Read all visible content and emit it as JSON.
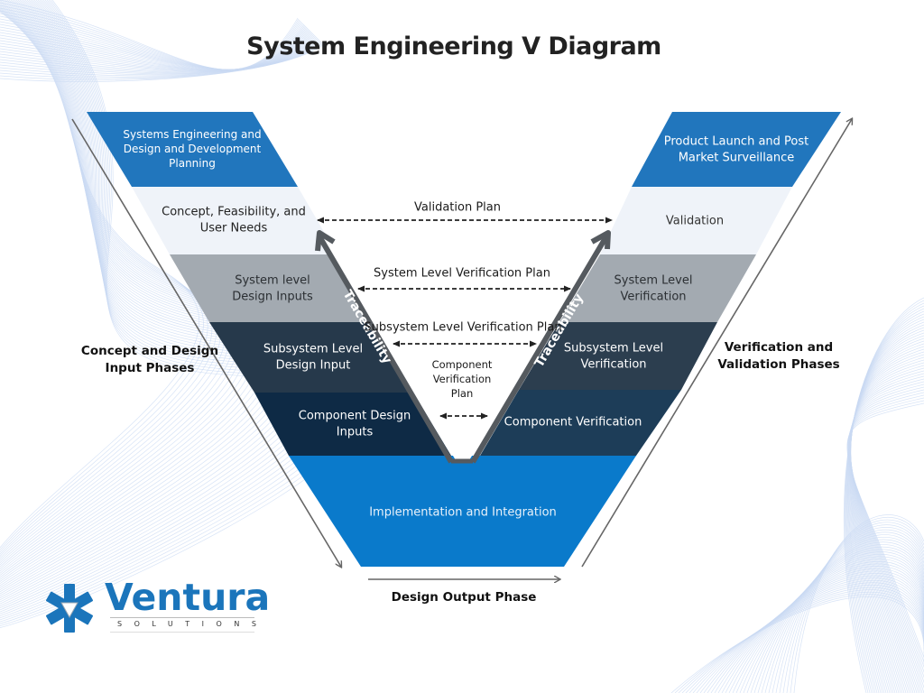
{
  "title": "System Engineering V Diagram",
  "colors": {
    "brand_blue": "#1b75bb",
    "top_band_blue": "#2176bd",
    "light_band": "#eff3f9",
    "gray_band": "#a3aab1",
    "subsystem_band": "#2c3e4f",
    "component_band_left": "#0e2a45",
    "component_band_right": "#1d3d58",
    "implementation_band": "#0a7acb",
    "traceability_arrow": "#555a5f",
    "outline_arrow": "#666666"
  },
  "left_stages": [
    {
      "id": "planning",
      "label": "Systems Engineering and Design and Development Planning"
    },
    {
      "id": "concept",
      "label": "Concept, Feasibility, and User Needs"
    },
    {
      "id": "system-inputs",
      "label": "System level Design Inputs"
    },
    {
      "id": "subsystem-inputs",
      "label": "Subsystem Level Design Input"
    },
    {
      "id": "component-inputs",
      "label": "Component Design Inputs"
    }
  ],
  "right_stages": [
    {
      "id": "launch",
      "label": "Product Launch and Post Market Surveillance"
    },
    {
      "id": "validation",
      "label": "Validation"
    },
    {
      "id": "system-verification",
      "label": "System Level Verification"
    },
    {
      "id": "subsystem-verification",
      "label": "Subsystem Level Verification"
    },
    {
      "id": "component-verification",
      "label": "Component Verification"
    }
  ],
  "bottom_stage": {
    "label": "Implementation and Integration"
  },
  "plans": [
    {
      "id": "validation-plan",
      "label": "Validation Plan"
    },
    {
      "id": "system-verification-plan",
      "label": "System Level Verification Plan"
    },
    {
      "id": "subsystem-verification-plan",
      "label": "Subsystem Level Verification Plan"
    },
    {
      "id": "component-verification-plan",
      "label": "Component Verification Plan"
    }
  ],
  "traceability_label": "Traceability",
  "phases": {
    "left": "Concept and Design Input Phases",
    "right": "Verification and Validation Phases",
    "bottom": "Design Output Phase"
  },
  "logo": {
    "name": "Ventura",
    "tagline": "SOLUTIONS",
    "icon": "star-of-life-icon"
  }
}
